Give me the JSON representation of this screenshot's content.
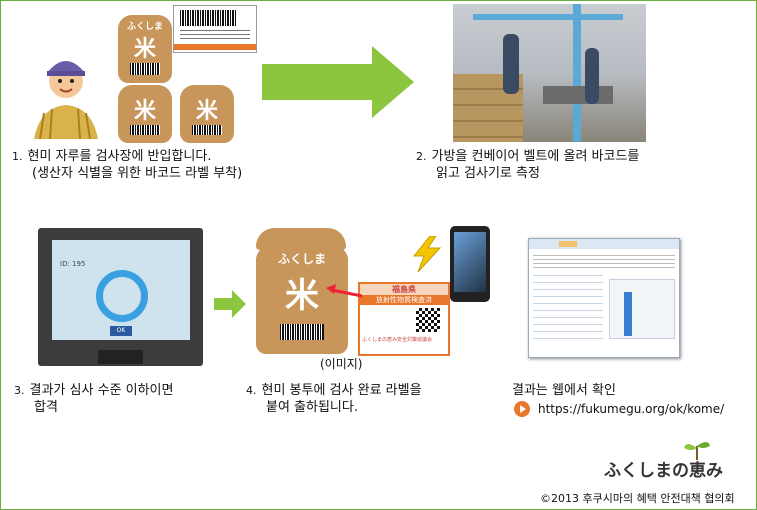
{
  "steps": [
    {
      "num": "1.",
      "line1": "현미 자루를 검사장에 반입합니다.",
      "line2": "(생산자 식별을 위한 바코드 라벨 부착)"
    },
    {
      "num": "2.",
      "line1": "가방을 컨베이어 벨트에 올려 바코드를",
      "line2": "읽고 검사기로 측정"
    },
    {
      "num": "3.",
      "line1": "결과가 심사 수준 이하이면",
      "line2": "합격"
    },
    {
      "num": "4.",
      "line1": "현미 봉투에 검사 완료 라벨을",
      "line2": "붙여 출하됩니다."
    }
  ],
  "bag_text": {
    "top": "ふくしま",
    "kanji": "米"
  },
  "label_card": {
    "prefecture": "福島県",
    "title": "放射性物質検査済",
    "council": "ふくしまの恵み安全対策協議会"
  },
  "monitor": {
    "id_text": "ID: 195",
    "button": "OK"
  },
  "image_note": "(이미지)",
  "web_result": {
    "text": "결과는 웹에서 확인",
    "url": "https://fukumegu.org/ok/kome/"
  },
  "logo": {
    "text": "ふくしまの恵み"
  },
  "copyright": "©2013 후쿠시마의 혜택 안전대책 협의회",
  "colors": {
    "frame": "#6cae3e",
    "arrow": "#8cc63f",
    "bag": "#c8955a",
    "label_orange": "#e8762b",
    "play": "#e8762b"
  }
}
